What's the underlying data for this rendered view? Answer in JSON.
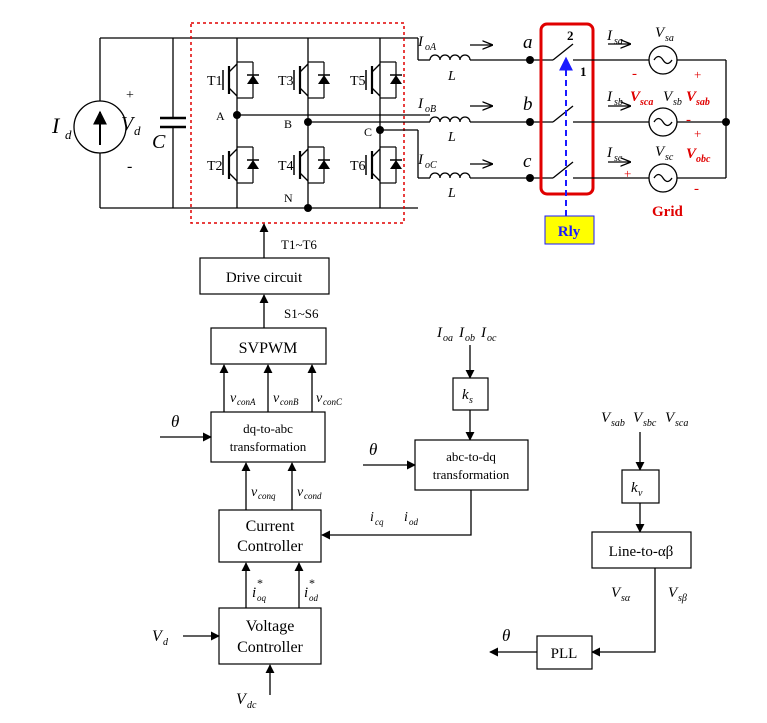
{
  "source": {
    "current": "I",
    "current_sub": "d",
    "voltage": "V",
    "voltage_sub": "d",
    "plus": "+",
    "minus": "-",
    "capacitor": "C"
  },
  "switches": [
    "T1",
    "T3",
    "T5",
    "T2",
    "T4",
    "T6"
  ],
  "nodes": {
    "a_node": "A",
    "b_node": "B",
    "c_node": "C",
    "n_node": "N"
  },
  "line_currents": [
    {
      "sym": "I",
      "sub": "oA"
    },
    {
      "sym": "I",
      "sub": "oB"
    },
    {
      "sym": "I",
      "sub": "oC"
    }
  ],
  "inductor": "L",
  "phases": [
    "a",
    "b",
    "c"
  ],
  "grid_currents": [
    {
      "sym": "I",
      "sub": "sa"
    },
    {
      "sym": "I",
      "sub": "sb"
    },
    {
      "sym": "I",
      "sub": "sc"
    }
  ],
  "grid_voltages": [
    {
      "sym": "V",
      "sub": "sa"
    },
    {
      "sym": "V",
      "sub": "sb"
    },
    {
      "sym": "V",
      "sub": "sc"
    }
  ],
  "line_voltages": [
    {
      "sym": "V",
      "sub": "sab"
    },
    {
      "sym": "V",
      "sub": "sca"
    },
    {
      "sym": "V",
      "sub": "obc"
    }
  ],
  "relay": {
    "pos2": "2",
    "pos1": "1",
    "label": "Rly"
  },
  "grid_label": "Grid",
  "drive": {
    "top_label": "T1~T6",
    "box": "Drive circuit",
    "mid_label": "S1~S6"
  },
  "svpwm": "SVPWM",
  "vcon": [
    {
      "sym": "v",
      "sub": "conA"
    },
    {
      "sym": "v",
      "sub": "conB"
    },
    {
      "sym": "v",
      "sub": "conC"
    }
  ],
  "theta": "θ",
  "dq2abc": {
    "line1": "dq-to-abc",
    "line2": "transformation"
  },
  "abc2dq": {
    "line1": "abc-to-dq",
    "line2": "transformation"
  },
  "meas_currents": [
    {
      "sym": "I",
      "sub": "oa"
    },
    {
      "sym": "I",
      "sub": "ob"
    },
    {
      "sym": "I",
      "sub": "oc"
    }
  ],
  "ks": {
    "sym": "k",
    "sub": "s"
  },
  "kv": {
    "sym": "k",
    "sub": "v"
  },
  "vcond": [
    {
      "sym": "v",
      "sub": "conq"
    },
    {
      "sym": "v",
      "sub": "cond"
    }
  ],
  "idq": [
    {
      "sym": "i",
      "sub": "cq"
    },
    {
      "sym": "i",
      "sub": "od"
    }
  ],
  "current_ctrl": {
    "line1": "Current",
    "line2": "Controller"
  },
  "iref": [
    {
      "sym": "i",
      "sub": "oq",
      "sup": "*"
    },
    {
      "sym": "i",
      "sub": "od",
      "sup": "*"
    }
  ],
  "voltage_ctrl": {
    "line1": "Voltage",
    "line2": "Controller"
  },
  "vd_in": {
    "sym": "V",
    "sub": "d"
  },
  "vdc_in": {
    "sym": "V",
    "sub": "dc"
  },
  "meas_voltages": [
    {
      "sym": "V",
      "sub": "sab"
    },
    {
      "sym": "V",
      "sub": "sbc"
    },
    {
      "sym": "V",
      "sub": "sca"
    }
  ],
  "line_to_ab": "Line-to-αβ",
  "valpha": [
    {
      "sym": "V",
      "sub": "sα"
    },
    {
      "sym": "V",
      "sub": "sβ"
    }
  ],
  "pll": "PLL",
  "colors": {
    "highlight_red": "#e00000",
    "relay_blue": "#1a1aff",
    "relay_box": "#ffff00"
  }
}
